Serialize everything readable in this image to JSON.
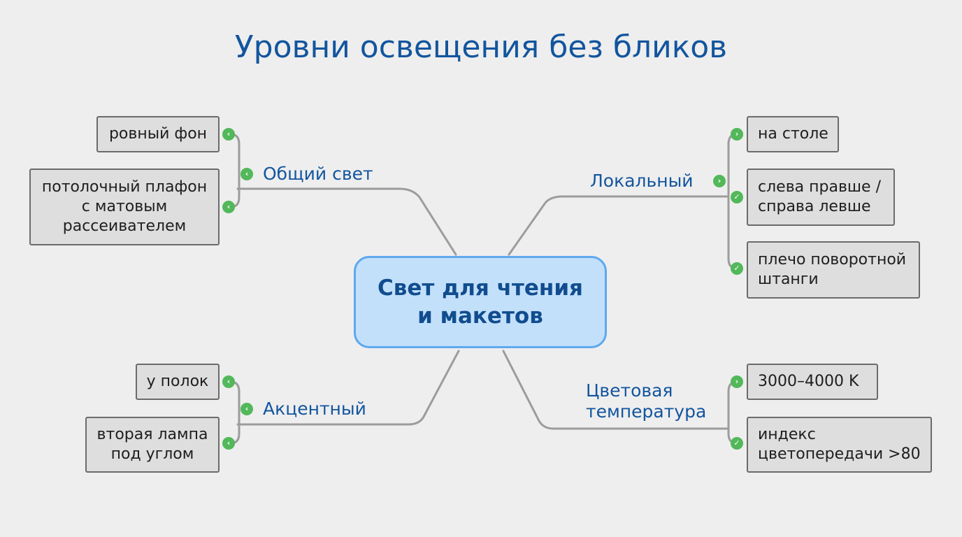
{
  "title": "Уровни освещения без бликов",
  "center": {
    "line1": "Свет для чтения",
    "line2": "и макетов"
  },
  "branches": {
    "general": {
      "label": "Общий свет",
      "items": [
        {
          "lines": [
            "ровный фон"
          ]
        },
        {
          "lines": [
            "потолочный плафон",
            "с матовым",
            "рассеивателем"
          ]
        }
      ]
    },
    "local": {
      "label": "Локальный",
      "items": [
        {
          "lines": [
            "на столе"
          ]
        },
        {
          "lines": [
            "слева правше /",
            "справа левше"
          ]
        },
        {
          "lines": [
            "плечо поворотной",
            "штанги"
          ]
        }
      ]
    },
    "accent": {
      "label": "Акцентный",
      "items": [
        {
          "lines": [
            "у полок"
          ]
        },
        {
          "lines": [
            "вторая лампа",
            "под углом"
          ]
        }
      ]
    },
    "color_temp": {
      "label_lines": [
        "Цветовая",
        "температура"
      ],
      "items": [
        {
          "lines": [
            "3000–4000 K"
          ]
        },
        {
          "lines": [
            "индекс",
            "цветопередачи >80"
          ]
        }
      ]
    }
  },
  "icons": {
    "left_marker": "chevron-left-icon",
    "right_marker": "chevron-right-icon",
    "check_marker": "check-icon",
    "marker_color": "#52b85a",
    "accent_color": "#12559e",
    "center_fill": "#c3e0fb",
    "center_border": "#5ea8ee"
  }
}
